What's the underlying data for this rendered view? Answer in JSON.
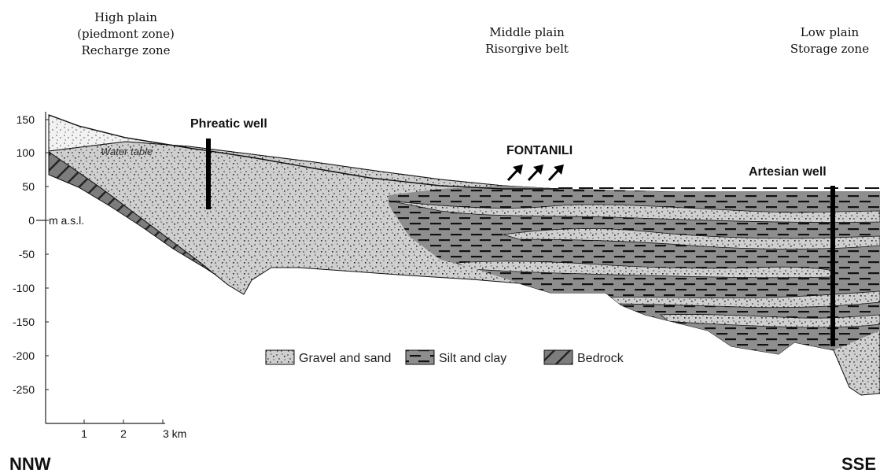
{
  "zones": {
    "high": [
      "High plain",
      "(piedmont zone)",
      "Recharge zone"
    ],
    "middle": [
      "Middle plain",
      "Risorgive belt"
    ],
    "low": [
      "Low plain",
      "Storage zone"
    ]
  },
  "y_axis": {
    "ticks": [
      "150",
      "100",
      "50",
      "0",
      "-50",
      "-100",
      "-150",
      "-200",
      "-250"
    ],
    "unit": "m a.s.l."
  },
  "x_axis": {
    "ticks": [
      "1",
      "2",
      "3 km"
    ]
  },
  "orientation": {
    "left": "NNW",
    "right": "SSE"
  },
  "labels": {
    "phreatic_well": "Phreatic well",
    "water_table": "Water table",
    "fontanili": "FONTANILI",
    "artesian_well": "Artesian well"
  },
  "legend": {
    "gravel": "Gravel and sand",
    "silt": "Silt and clay",
    "bedrock": "Bedrock"
  },
  "colors": {
    "gravel_fill": "#cfcfcf",
    "silt_fill": "#8e8e8e",
    "bedrock_fill": "#7d7d7d",
    "unsaturated_fill": "#f2f2f2",
    "ink": "#111111"
  }
}
